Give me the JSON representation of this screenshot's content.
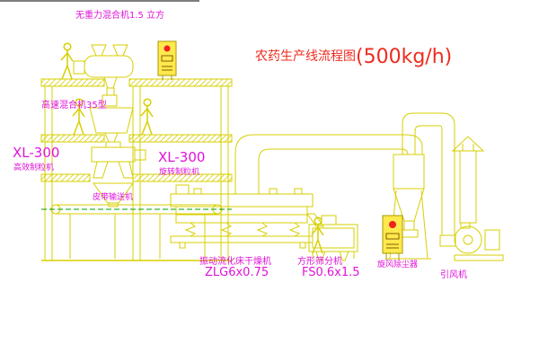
{
  "colors": {
    "equipment_line": "#d7cf00",
    "panel_fill": "#ffe94d",
    "panel_border": "#a89a00",
    "indicator_red": "#ee2222",
    "centerline_green": "#00a300",
    "label_magenta": "#e013d8",
    "title_red": "#ee2b1f",
    "background": "#ffffff"
  },
  "title": {
    "text": "农药生产线流程图",
    "capacity": "(500kg/h)"
  },
  "labels": {
    "zero_gravity_mixer": "无重力混合机1.5 立方",
    "high_speed_mixer": "高速混合机35型",
    "left_granulator_model": "XL-300",
    "left_granulator_name": "高效制粒机",
    "center_granulator_model": "XL-300",
    "center_granulator_name": "旋转制粒机",
    "belt_conveyor": "皮带输送机",
    "fluid_bed_dryer": "振动流化床干燥机",
    "fluid_bed_dryer_model": "ZLG6x0.75",
    "square_sieve": "方形筛分机",
    "square_sieve_model": "FS0.6x1.5",
    "cyclone_dust_collector": "旋风除尘器",
    "induced_draft_fan": "引风机"
  }
}
